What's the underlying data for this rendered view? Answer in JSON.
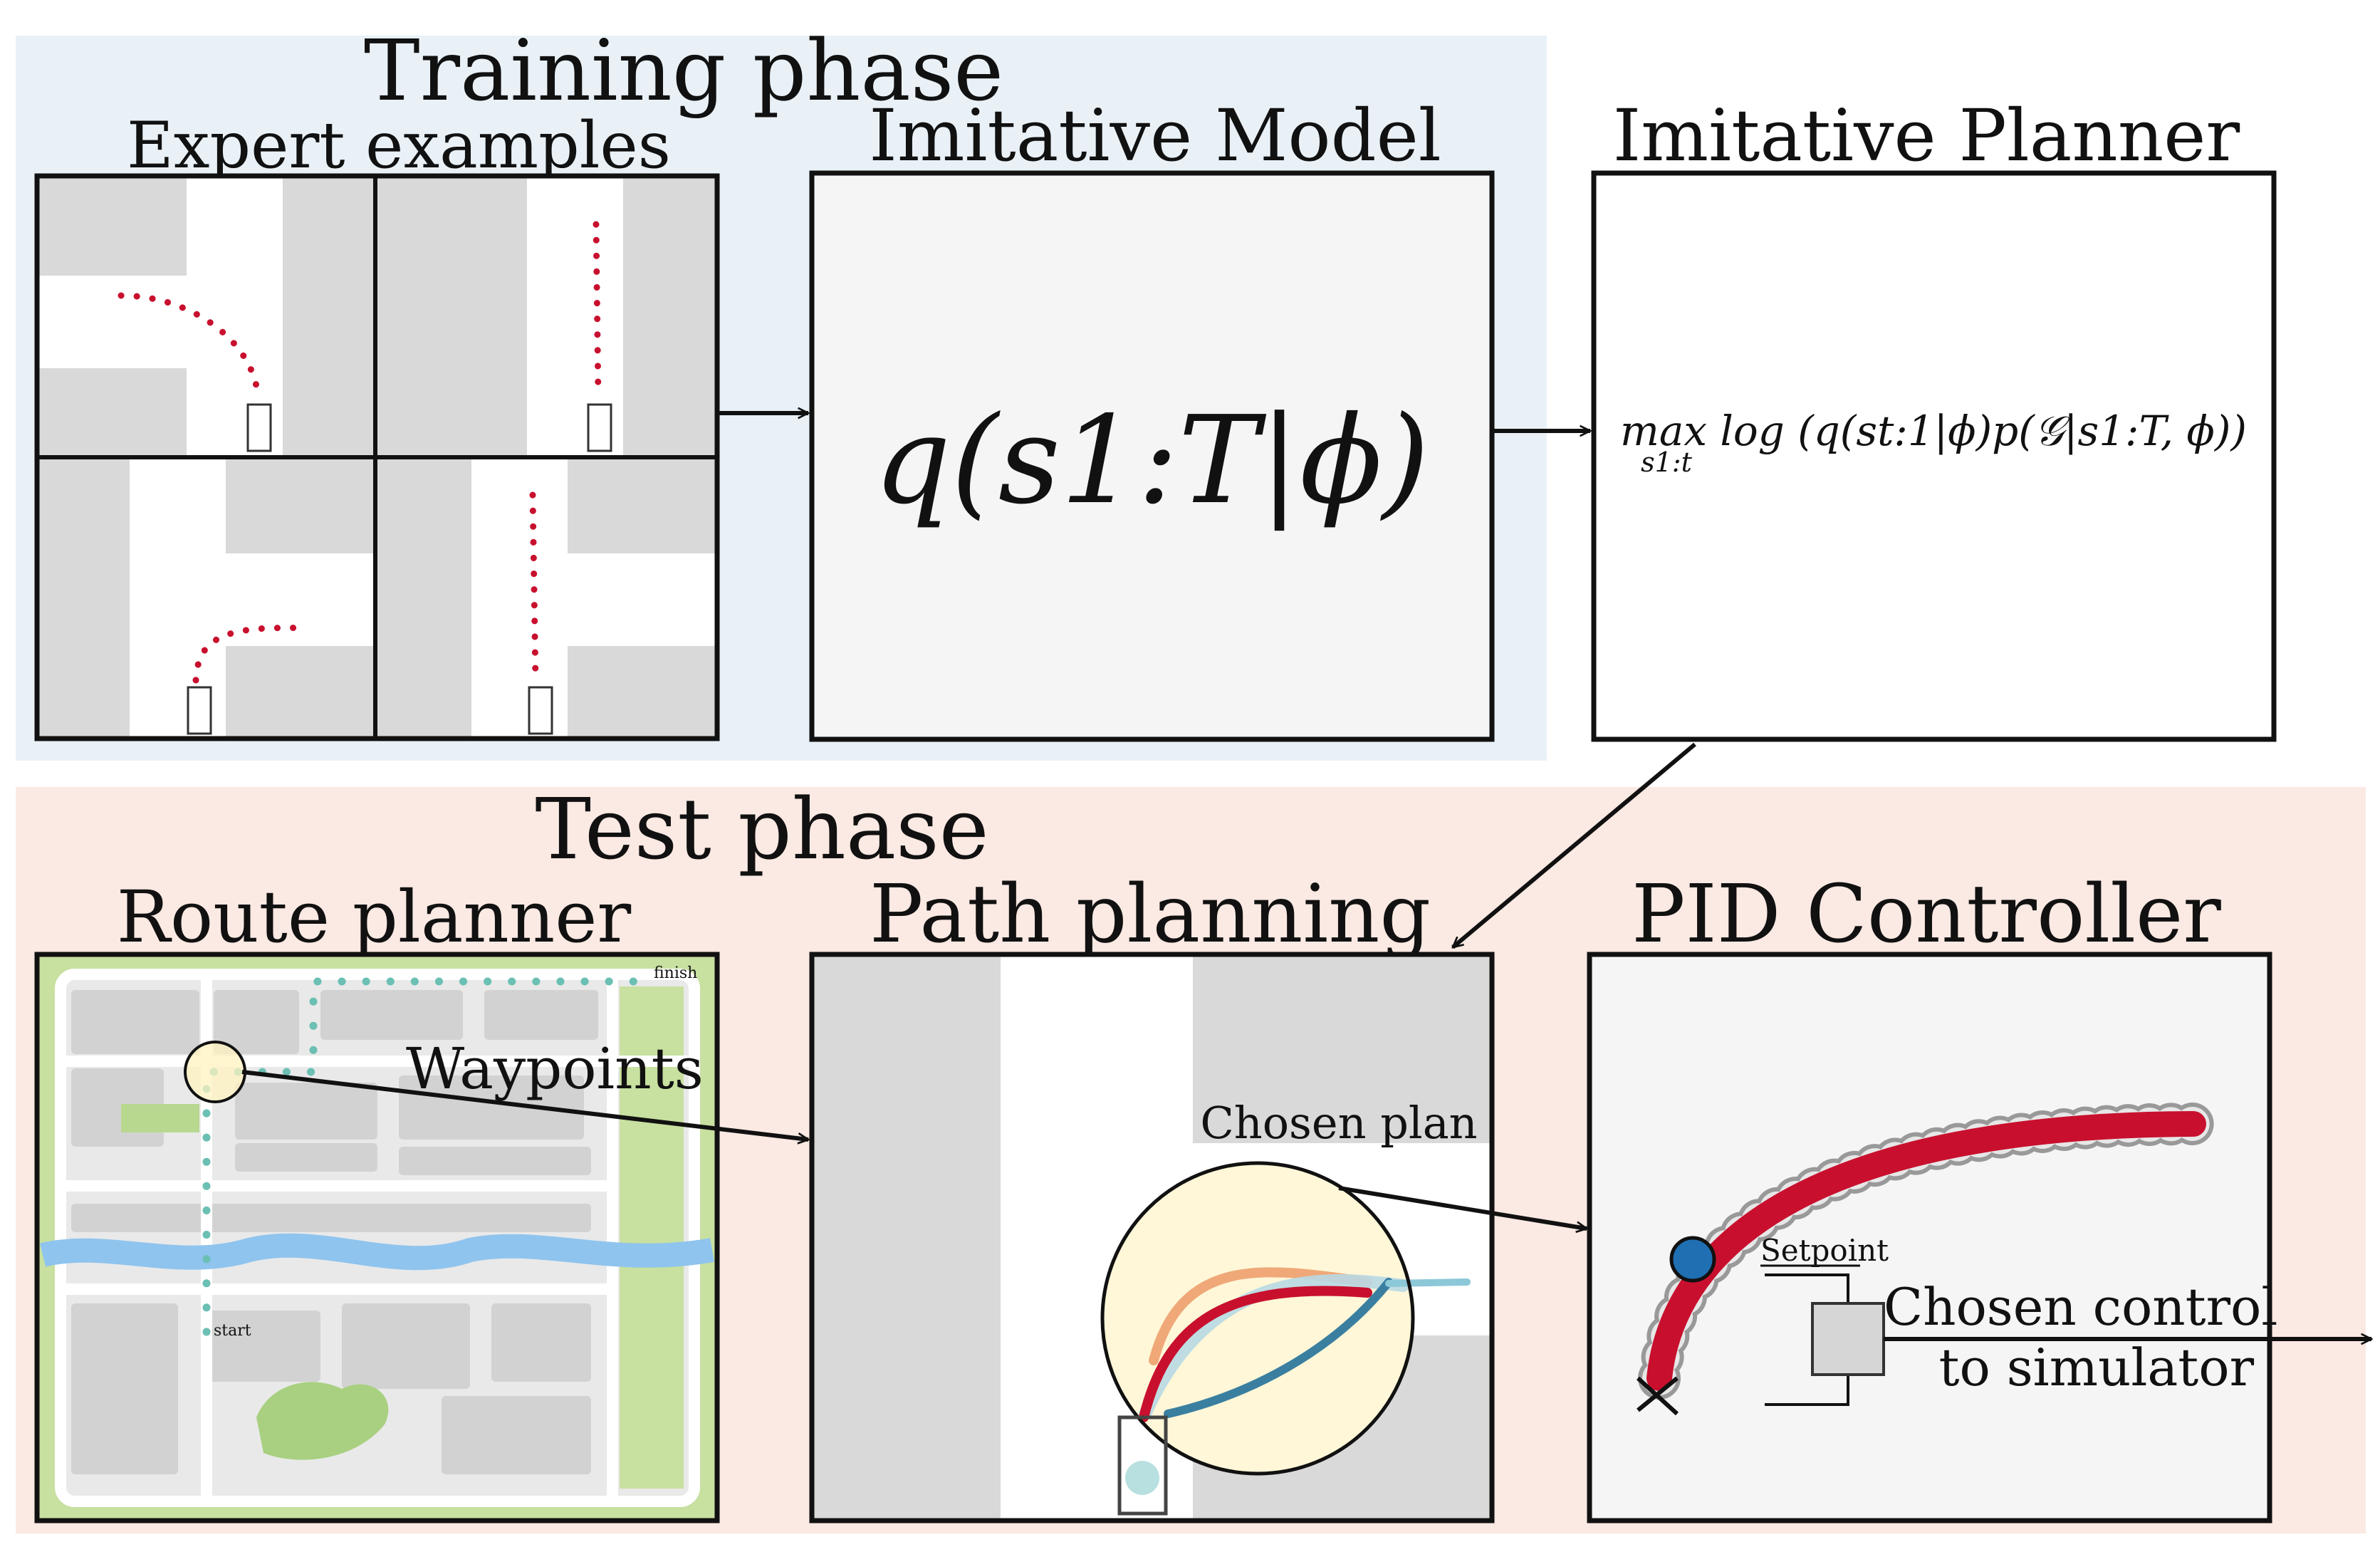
{
  "training": {
    "phase_title": "Training phase",
    "expert_title": "Expert examples",
    "model_title": "Imitative Model",
    "model_formula": "q(s1:T|ϕ)",
    "planner_title": "Imitative Planner",
    "planner_formula": "max log (q(st:1|ϕ)p(𝒢|s1:T, ϕ))",
    "planner_subscript": "s1:t"
  },
  "test": {
    "phase_title": "Test phase",
    "route_title": "Route planner",
    "route_finish": "finish",
    "route_start": "start",
    "waypoints": "Waypoints",
    "path_title": "Path planning",
    "chosen_plan": "Chosen plan",
    "pid_title": "PID Controller",
    "setpoint": "Setpoint",
    "chosen_control_1": "Chosen control",
    "chosen_control_2": "to simulator"
  },
  "colors": {
    "training_bg": "#e9f1f7",
    "test_bg": "#fbe9e3",
    "trajectory_red": "#c8102e",
    "waypoint_teal": "#6bbfb3",
    "setpoint_blue": "#1f6fb2",
    "plan_orange": "#f0a878",
    "plan_blue": "#3a7fa0",
    "park_green": "#c8e0a0",
    "river_blue": "#8fc4ee"
  }
}
